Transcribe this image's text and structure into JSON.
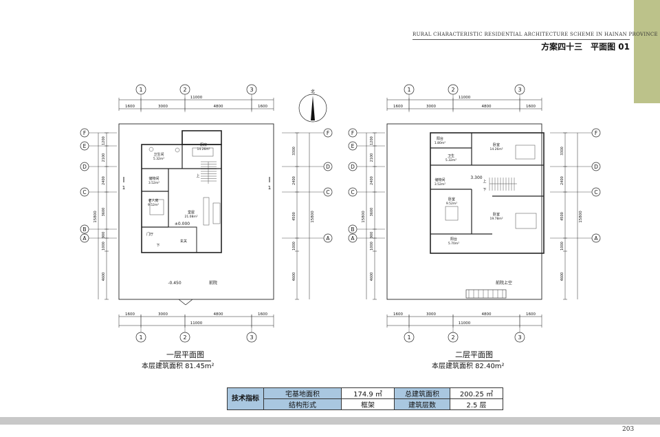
{
  "header": {
    "subtitle_en": "RURAL CHARACTERISTIC RESIDENTIAL ARCHITECTURE SCHEME IN HAINAN PROVINCE",
    "title_cn": "方案四十三　平面图 01"
  },
  "colors": {
    "side_tab": "#bcc28a",
    "spec_label_bg": "#a9c7e0",
    "footer_bar": "#c8c8c8",
    "line": "#222222"
  },
  "axes": {
    "top_numbers": [
      "1",
      "2",
      "3"
    ],
    "letters_full": [
      "F",
      "E",
      "D",
      "C",
      "B",
      "A"
    ],
    "letters_right_floor1": [
      "F",
      "D",
      "C",
      "A"
    ],
    "letters_right_floor2": [
      "F",
      "D",
      "C",
      "A"
    ],
    "total_width": "11000",
    "segments": [
      "1600",
      "3000",
      "4800",
      "1600"
    ],
    "left_dims": [
      "1200",
      "2100",
      "2400",
      "3600",
      "900",
      "1000",
      "4600"
    ],
    "left_total": "15800",
    "right_dims": [
      "3300",
      "2400",
      "4500",
      "1000",
      "4600"
    ],
    "right_total": "15800",
    "section_mark": "1"
  },
  "floor1": {
    "north_label": "北",
    "rooms": [
      {
        "name": "厨房",
        "area": "14.26m²"
      },
      {
        "name": "卫生间",
        "area": "5.32m²"
      },
      {
        "name": "储物间",
        "area": "3.52m²"
      },
      {
        "name": "老人房",
        "area": "9.52m²"
      },
      {
        "name": "堂屋",
        "area": "21.08m²"
      },
      {
        "name": "门厅",
        "area": ""
      },
      {
        "name": "玄关",
        "area": ""
      }
    ],
    "stair_up": "上",
    "stair_down": "下",
    "level_main": "±0.000",
    "level_yard": "-0.450",
    "yard": "前院",
    "title": "一层平面图",
    "area_text": "本层建筑面积 81.45m²"
  },
  "floor2": {
    "rooms": [
      {
        "name": "阳台",
        "area": "1.80m²"
      },
      {
        "name": "卧室",
        "area": "14.26m²"
      },
      {
        "name": "卫生",
        "area": "5.32m²"
      },
      {
        "name": "储物间",
        "area": "3.52m²"
      },
      {
        "name": "卧室",
        "area": "9.52m²"
      },
      {
        "name": "卧室",
        "area": "19.78m²"
      },
      {
        "name": "阳台",
        "area": "5.70m²"
      }
    ],
    "stair_up": "上",
    "stair_down": "下",
    "level": "3.300",
    "yard": "前院上空",
    "title": "二层平面图",
    "area_text": "本层建筑面积 82.40m²"
  },
  "spec_table": {
    "header": "技术指标",
    "rows": [
      [
        "宅基地面积",
        "174.9 ㎡",
        "总建筑面积",
        "200.25 ㎡"
      ],
      [
        "结构形式",
        "框架",
        "建筑层数",
        "2.5 层"
      ]
    ]
  },
  "page_number": "203"
}
